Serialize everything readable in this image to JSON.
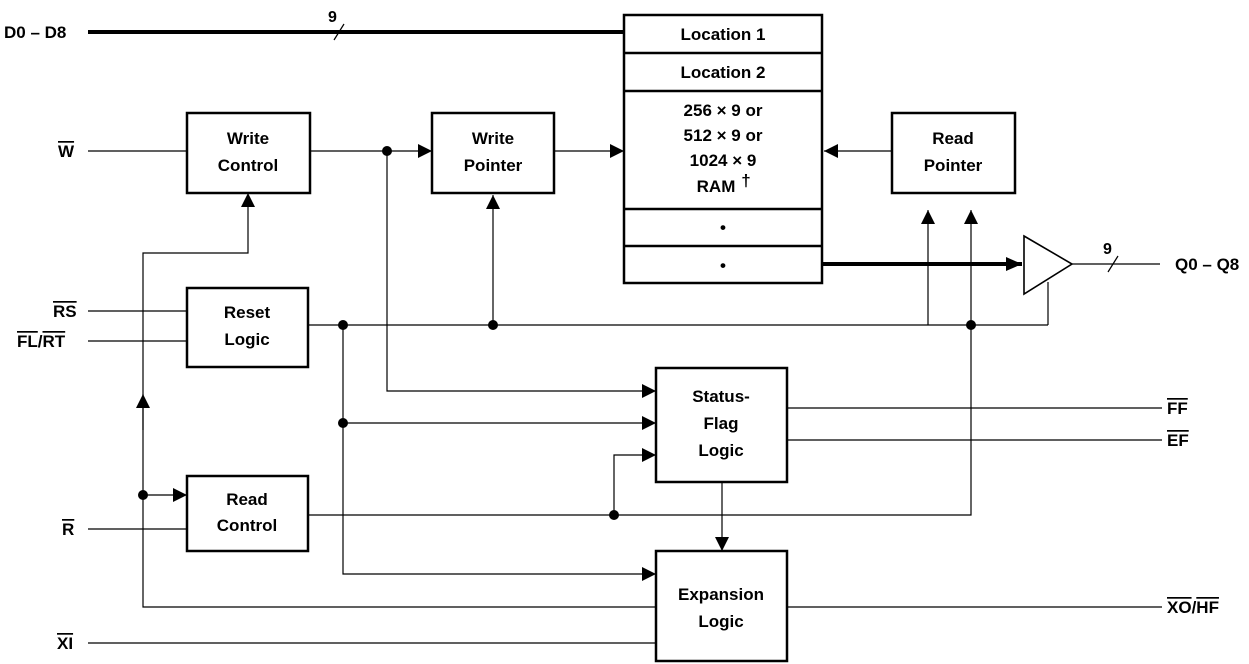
{
  "signals": {
    "d_bus": "D0 – D8",
    "q_bus": "Q0 – Q8",
    "w": "W",
    "rs": "RS",
    "fl": "FL",
    "rt": "RT",
    "r": "R",
    "xi": "XI",
    "ff": "FF",
    "ef": "EF",
    "xo": "XO",
    "hf": "HF",
    "slash": "/"
  },
  "bus_width": {
    "input": "9",
    "output": "9"
  },
  "blocks": {
    "write_control": [
      "Write",
      "Control"
    ],
    "write_pointer": [
      "Write",
      "Pointer"
    ],
    "read_pointer": [
      "Read",
      "Pointer"
    ],
    "reset_logic": [
      "Reset",
      "Logic"
    ],
    "read_control": [
      "Read",
      "Control"
    ],
    "status_flag": [
      "Status-",
      "Flag",
      "Logic"
    ],
    "expansion": [
      "Expansion",
      "Logic"
    ]
  },
  "ram": {
    "location1": "Location 1",
    "location2": "Location 2",
    "size_lines": [
      "256 × 9 or",
      "512 × 9 or",
      "1024 × 9"
    ],
    "ram_label": "RAM",
    "dagger": "†",
    "dot": "•"
  }
}
